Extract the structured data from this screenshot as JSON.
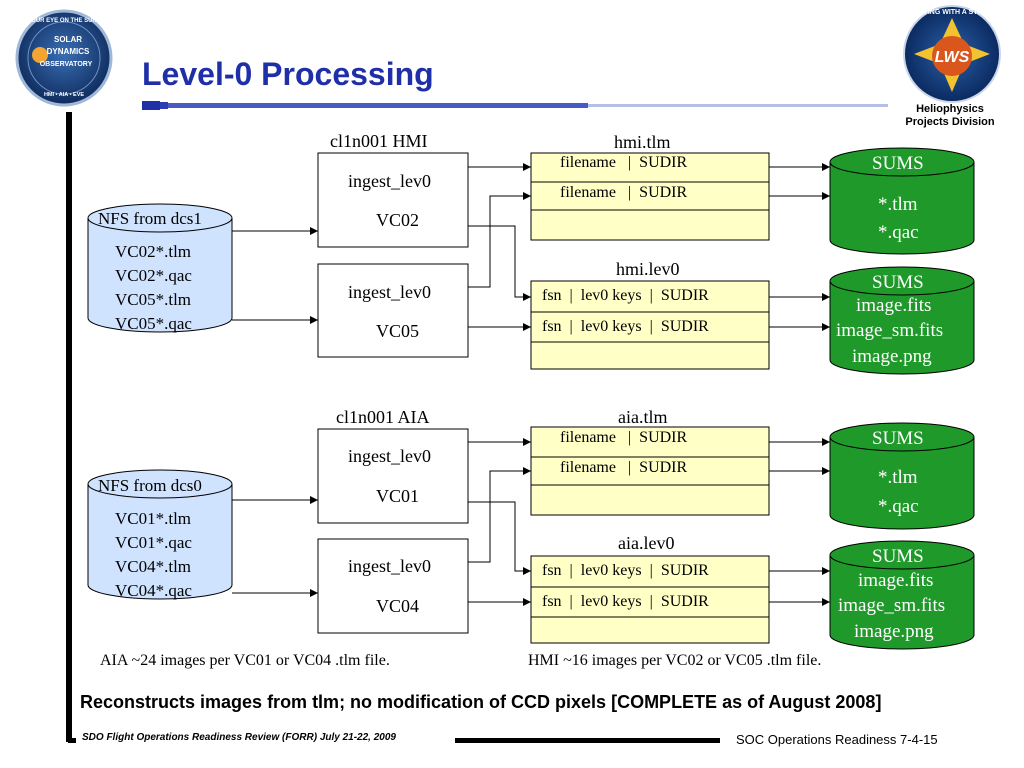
{
  "header": {
    "title": "Level-0 Processing",
    "sdo_logo_text": [
      "OUR EYE ON THE SUN",
      "SOLAR",
      "DYNAMICS",
      "OBSERVATORY",
      "HMI • AIA • EVE"
    ],
    "lws_logo_text": [
      "LIVING WITH A STAR",
      "LWS"
    ],
    "division": [
      "Heliophysics",
      "Projects Division"
    ]
  },
  "colors": {
    "title": "#1f2fa8",
    "sums_green": "#1f9a2a",
    "nfs_blue": "#cfe3ff",
    "table_yellow": "#ffffc6",
    "rule_blue": "#1f2fa8"
  },
  "hmi": {
    "host_label": "cl1n001 HMI",
    "nfs": {
      "title": "NFS from dcs1",
      "items": [
        "VC02*.tlm",
        "VC02*.qac",
        "VC05*.tlm",
        "VC05*.qac"
      ]
    },
    "proc1": {
      "line1": "ingest_lev0",
      "line2": "VC02"
    },
    "proc2": {
      "line1": "ingest_lev0",
      "line2": "VC05"
    },
    "tlm_table": {
      "title": "hmi.tlm",
      "rows": [
        "filename   |  SUDIR",
        "filename   |  SUDIR",
        ""
      ]
    },
    "lev0_table": {
      "title": "hmi.lev0",
      "rows": [
        "fsn  |  lev0 keys  |  SUDIR",
        "fsn  |  lev0 keys  |  SUDIR",
        ""
      ]
    },
    "sums1": {
      "title": "SUMS",
      "items": [
        "*.tlm",
        "*.qac"
      ]
    },
    "sums2": {
      "title": "SUMS",
      "items": [
        "image.fits",
        "image_sm.fits",
        "image.png"
      ]
    }
  },
  "aia": {
    "host_label": "cl1n001 AIA",
    "nfs": {
      "title": "NFS from dcs0",
      "items": [
        "VC01*.tlm",
        "VC01*.qac",
        "VC04*.tlm",
        "VC04*.qac"
      ]
    },
    "proc1": {
      "line1": "ingest_lev0",
      "line2": "VC01"
    },
    "proc2": {
      "line1": "ingest_lev0",
      "line2": "VC04"
    },
    "tlm_table": {
      "title": "aia.tlm",
      "rows": [
        "filename   |  SUDIR",
        "filename   |  SUDIR",
        ""
      ]
    },
    "lev0_table": {
      "title": "aia.lev0",
      "rows": [
        "fsn  |  lev0 keys  |  SUDIR",
        "fsn  |  lev0 keys  |  SUDIR",
        ""
      ]
    },
    "sums1": {
      "title": "SUMS",
      "items": [
        "*.tlm",
        "*.qac"
      ]
    },
    "sums2": {
      "title": "SUMS",
      "items": [
        "image.fits",
        "image_sm.fits",
        "image.png"
      ]
    }
  },
  "notes": {
    "aia_rate": "AIA ~24 images per VC01 or VC04 .tlm file.",
    "hmi_rate": "HMI ~16 images per VC02 or VC05 .tlm file.",
    "summary": "Reconstructs images from tlm; no modification of CCD pixels [COMPLETE as of August 2008]"
  },
  "footer": {
    "left": "SDO Flight Operations Readiness Review (FORR) July 21-22, 2009",
    "right": "SOC Operations Readiness 7-4-15"
  }
}
